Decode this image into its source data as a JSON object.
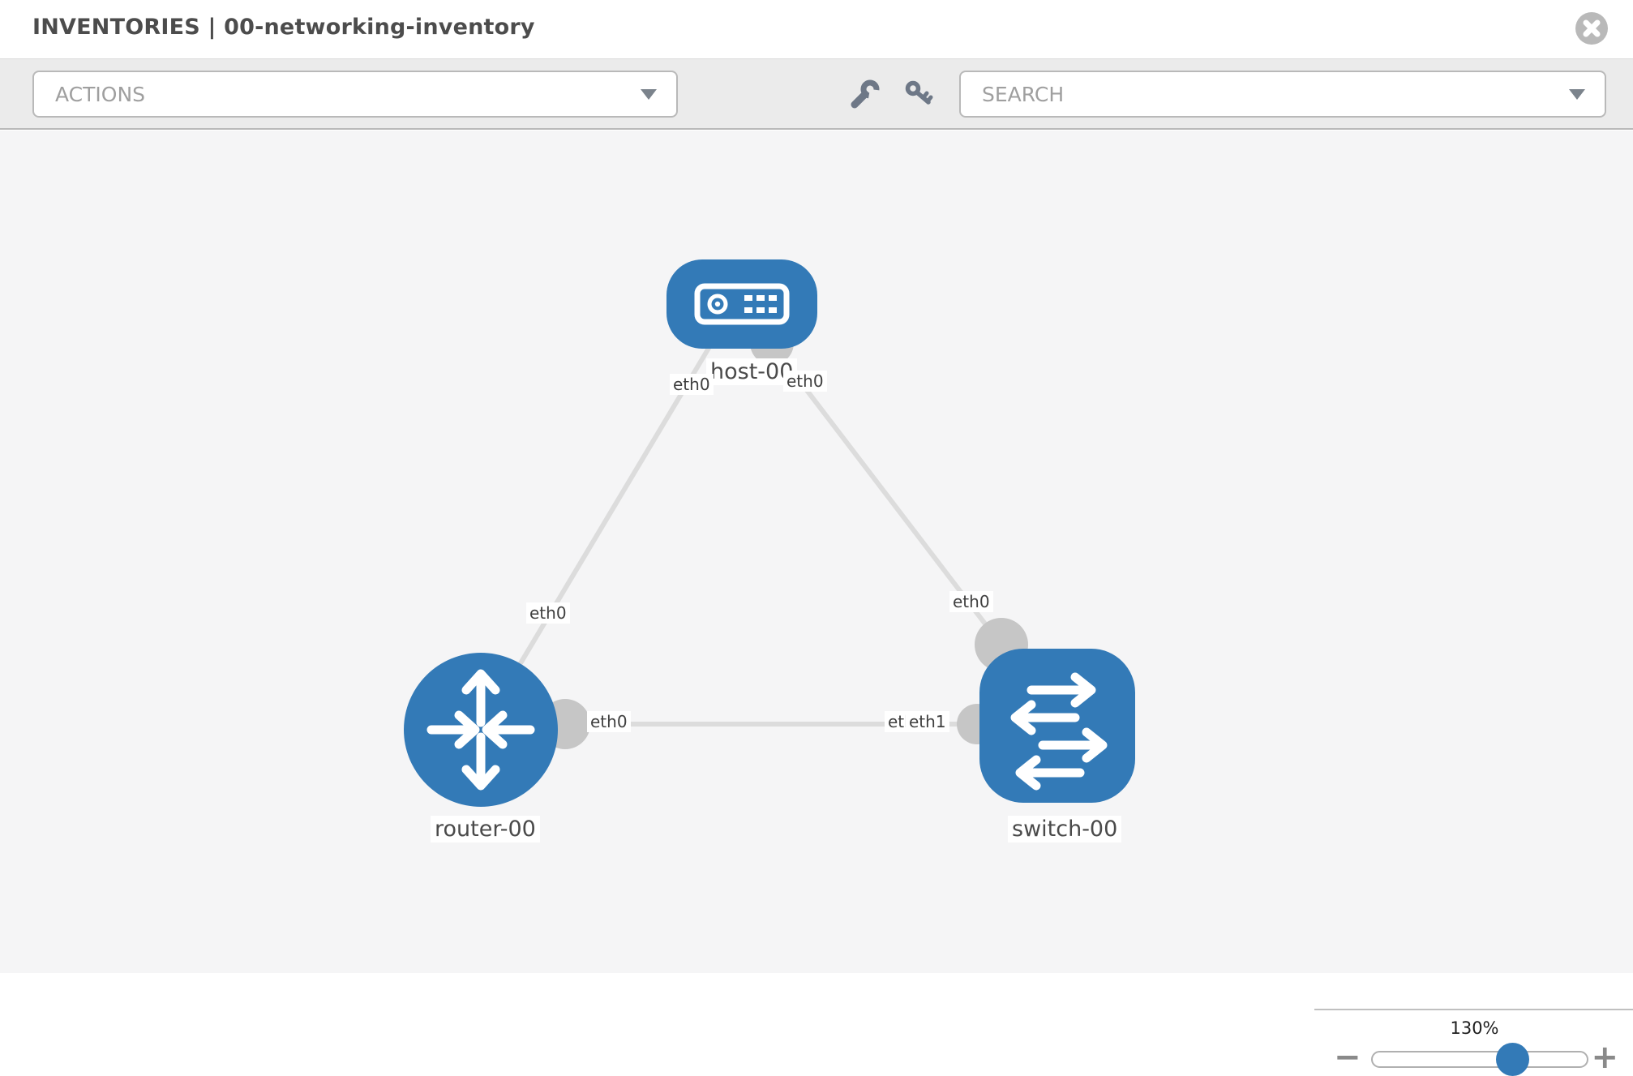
{
  "header": {
    "title": "INVENTORIES | 00-networking-inventory"
  },
  "toolbar": {
    "actions_placeholder": "ACTIONS",
    "search_placeholder": "SEARCH",
    "icons": [
      "wrench-icon",
      "key-icon"
    ]
  },
  "colors": {
    "node_blue": "#337ab7",
    "toolbar_bg": "#ebebeb",
    "canvas_bg": "#f5f5f6",
    "link_gray": "#dcdcdc",
    "endpoint_gray": "#c6c6c6",
    "border_gray": "#b9b9b9",
    "label_text": "#4a4a4a",
    "placeholder_gray": "#9f9f9f",
    "icon_gray": "#6e7887"
  },
  "topology": {
    "nodes": [
      {
        "id": "host-00",
        "type": "host",
        "label": "host-00",
        "icon": "host-icon"
      },
      {
        "id": "router-00",
        "type": "router",
        "label": "router-00",
        "icon": "router-icon"
      },
      {
        "id": "switch-00",
        "type": "switch",
        "label": "switch-00",
        "icon": "switch-icon"
      }
    ],
    "links": [
      {
        "from": "host-00",
        "to": "router-00",
        "labels": {
          "host_end": "eth0",
          "router_end": "eth0"
        }
      },
      {
        "from": "host-00",
        "to": "switch-00",
        "labels": {
          "host_end": "eth0",
          "switch_end": "eth0"
        }
      },
      {
        "from": "router-00",
        "to": "switch-00",
        "labels": {
          "router_end": "eth0",
          "switch_end_under": "eth0",
          "switch_end_over": "eth1"
        }
      }
    ]
  },
  "zoom_control": {
    "level": "130%",
    "minus_label": "−",
    "plus_label": "+",
    "slider_position_percent": 65
  }
}
